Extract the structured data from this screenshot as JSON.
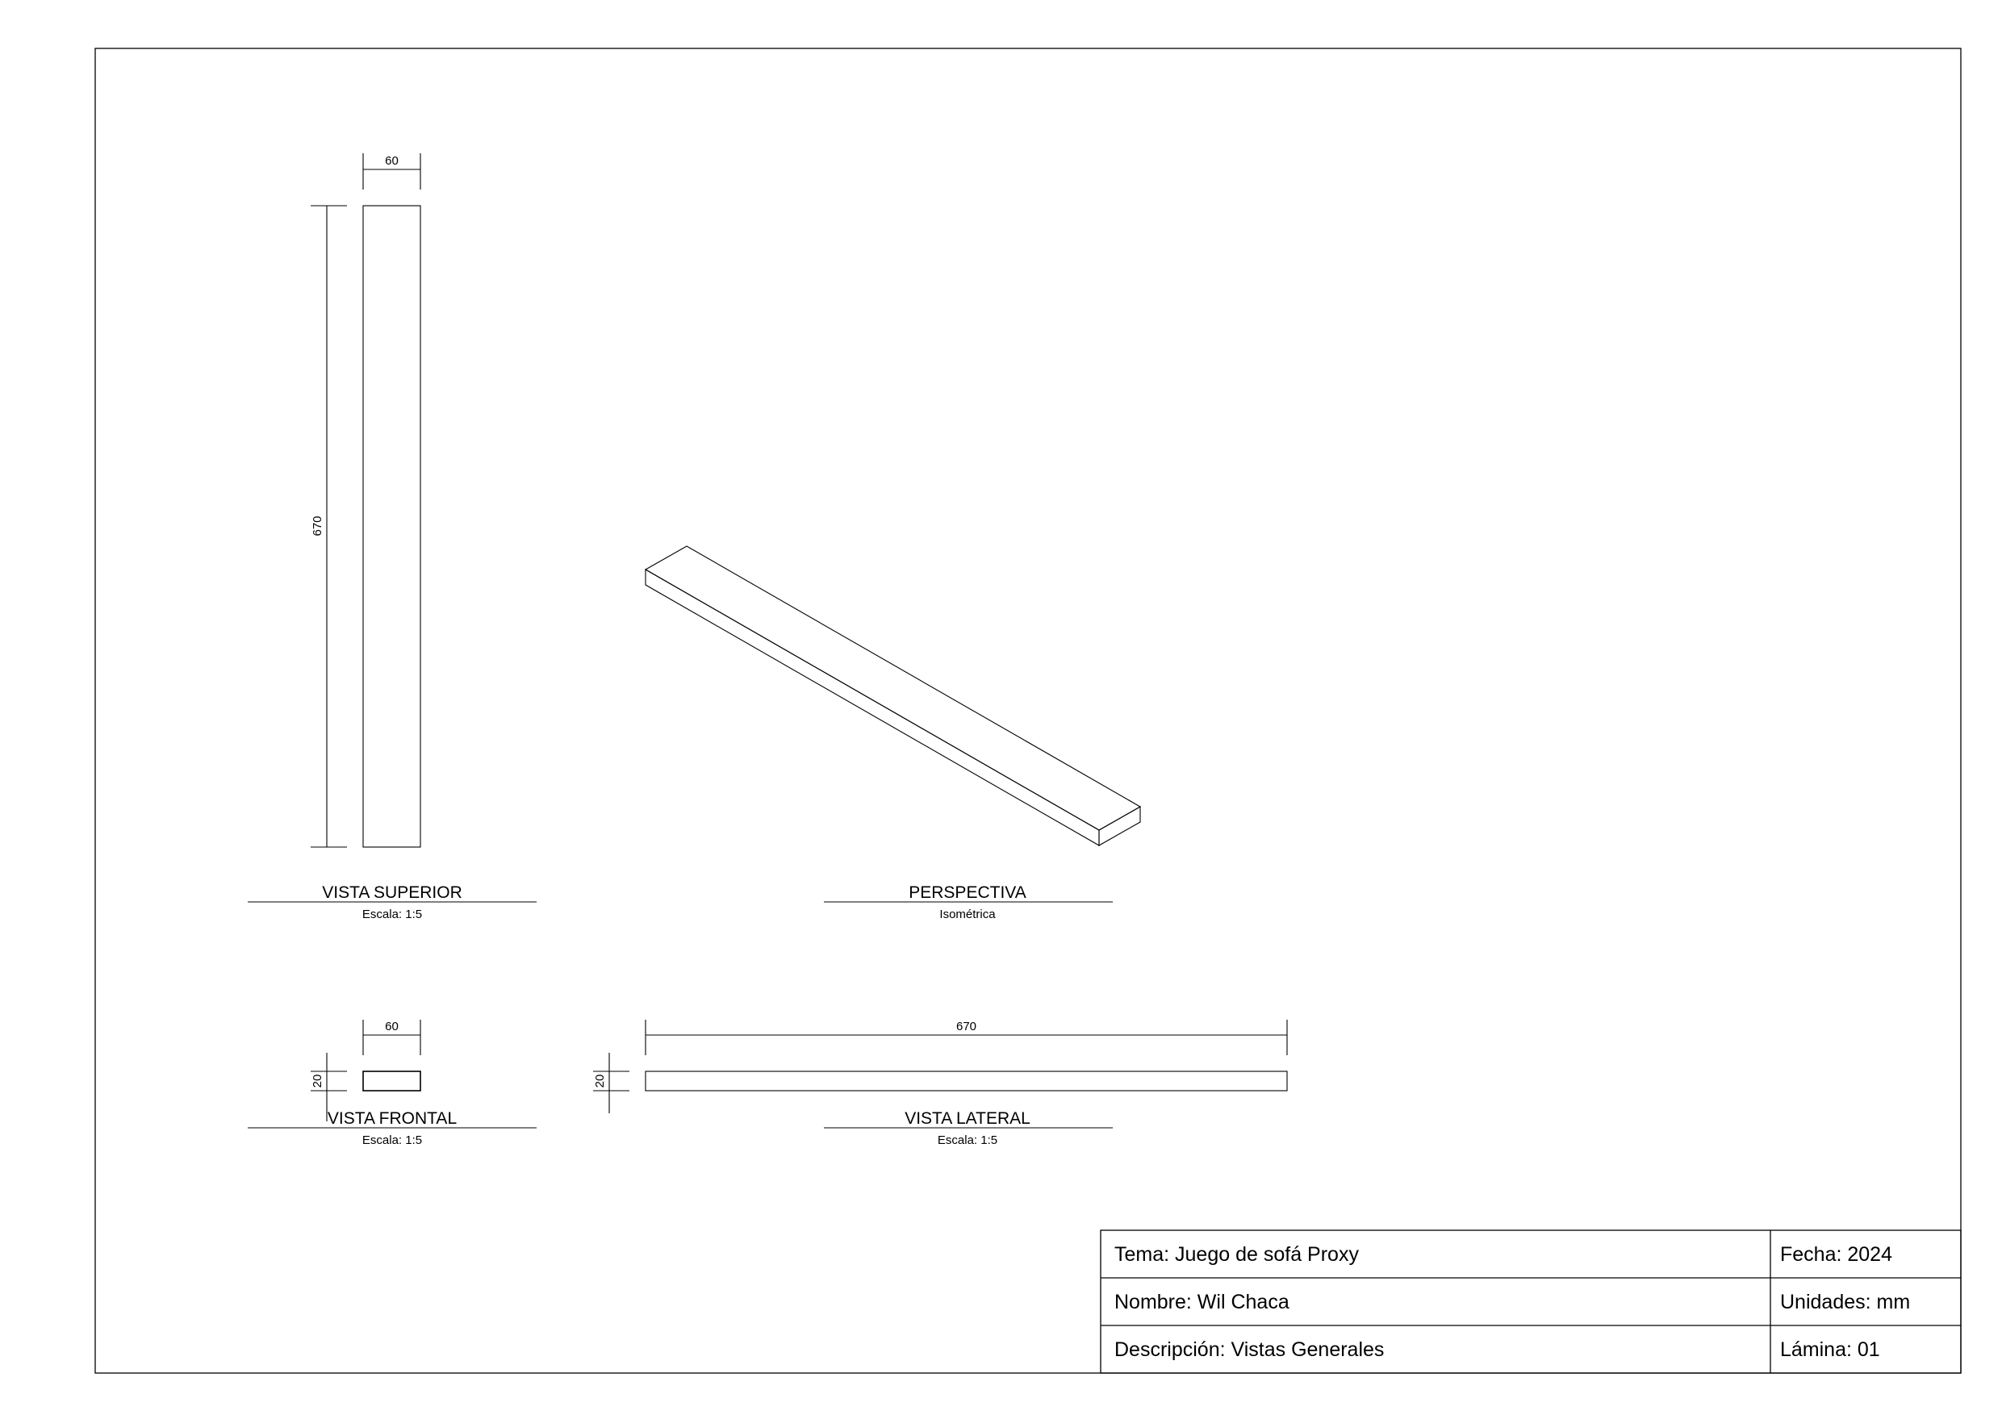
{
  "views": {
    "top": {
      "title": "VISTA SUPERIOR",
      "subtitle": "Escala:  1:5",
      "dim_width": "60",
      "dim_length": "670"
    },
    "perspective": {
      "title": "PERSPECTIVA",
      "subtitle": "Isométrica"
    },
    "front": {
      "title": "VISTA FRONTAL",
      "subtitle": "Escala:  1:5",
      "dim_width": "60",
      "dim_height": "20"
    },
    "side": {
      "title": "VISTA LATERAL",
      "subtitle": "Escala:  1:5",
      "dim_length": "670",
      "dim_height": "20"
    }
  },
  "title_block": {
    "tema": "Tema: Juego de sofá Proxy",
    "fecha": "Fecha: 2024",
    "nombre": "Nombre: Wil Chaca",
    "unidades": "Unidades: mm",
    "descripcion": "Descripción: Vistas Generales",
    "lamina": "Lámina: 01"
  }
}
